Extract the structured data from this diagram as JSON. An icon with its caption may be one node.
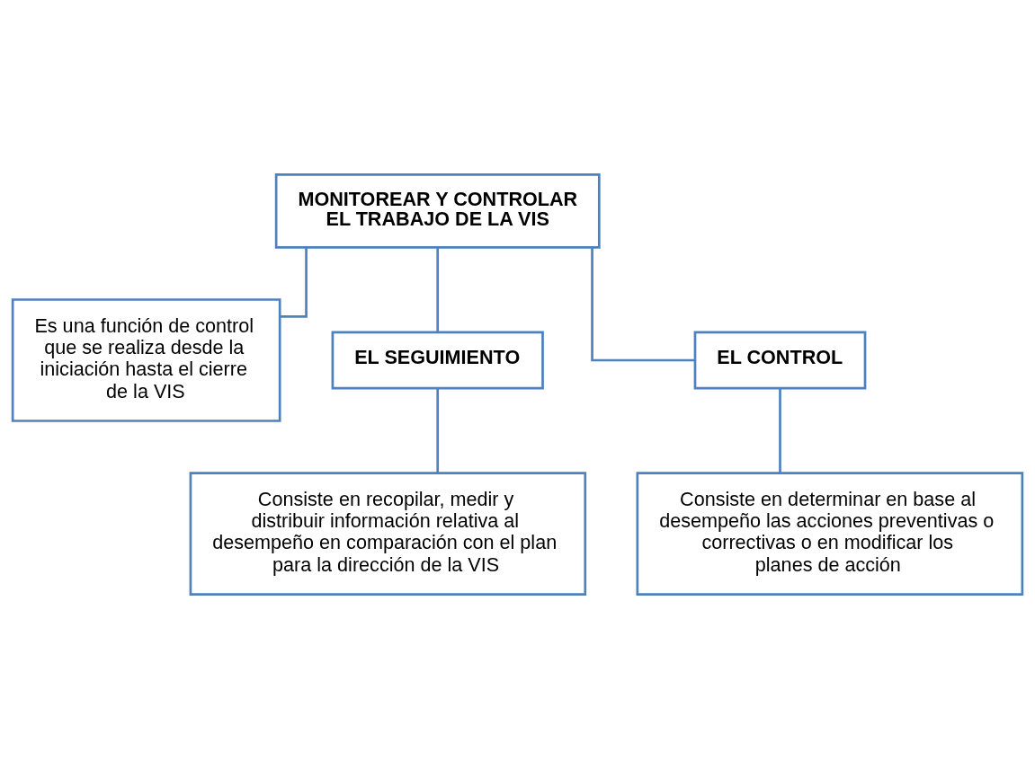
{
  "diagram": {
    "nodes": [
      {
        "text": [
          "MONITOREAR Y CONTROLAR EL TRABAJO DE LA VIS"
        ]
      },
      {
        "text": [
          "Es una función de control que se realiza desde la iniciación hasta el cierre de la VIS"
        ]
      },
      {
        "text": [
          "EL SEGUIMIENTO"
        ]
      },
      {
        "text": [
          "EL CONTROL"
        ]
      },
      {
        "text": [
          "Consiste en recopilar, medir y distribuir información relativa al desempeño en comparación con el plan para la dirección de la VIS"
        ]
      },
      {
        "text": [
          "Consiste en determinar en base al desempeño las acciones preventivas o correctivas o en modificar los planes de acción"
        ]
      }
    ],
    "edges": [
      {
        "from": 0,
        "to": 1,
        "arrow": "none"
      },
      {
        "from": 0,
        "to": 2,
        "arrow": "none"
      },
      {
        "from": 0,
        "to": 3,
        "arrow": "none"
      },
      {
        "from": 2,
        "to": 4,
        "arrow": "none"
      },
      {
        "from": 3,
        "to": 5,
        "arrow": "none"
      }
    ]
  }
}
